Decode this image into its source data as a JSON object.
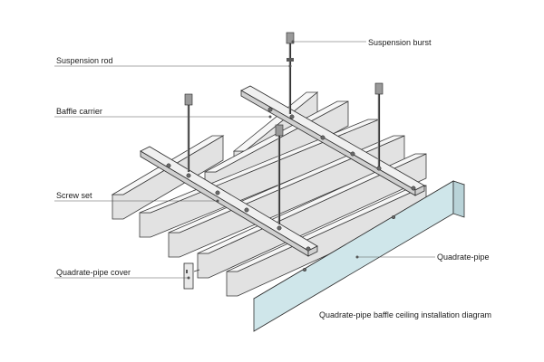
{
  "labels": {
    "suspension_burst": "Suspension burst",
    "suspension_rod": "Suspension rod",
    "baffle_carrier": "Baffle carrier",
    "screw_set": "Screw set",
    "quadrate_pipe": "Quadrate-pipe",
    "quadrate_pipe_cover": "Quadrate-pipe cover"
  },
  "caption": "Quadrate-pipe baffle ceiling installation diagram"
}
